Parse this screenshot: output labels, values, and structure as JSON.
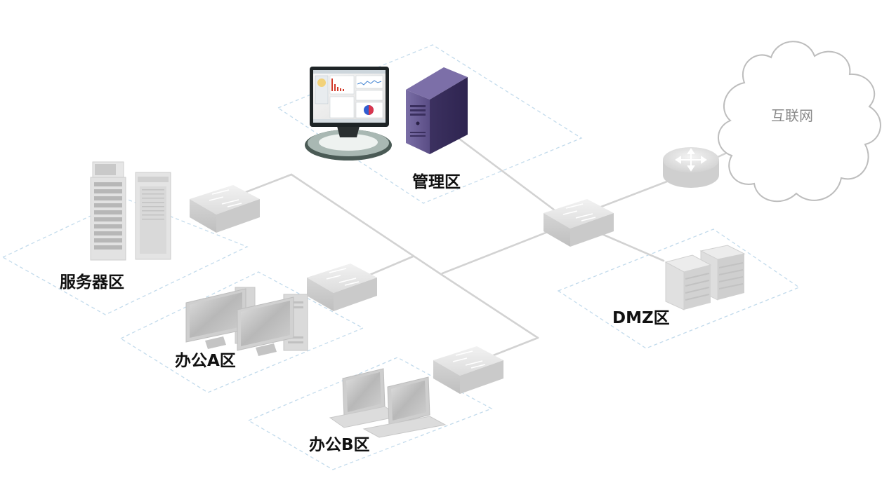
{
  "zones": {
    "management": "管理区",
    "server": "服务器区",
    "office_a": "办公A区",
    "office_b": "办公B区",
    "dmz": "DMZ区"
  },
  "internet": "互联网",
  "colors": {
    "zone_border": "#c3dbec",
    "link": "#d2d2d2",
    "device_gray": "#d8d8d8",
    "server_purple": "#5b4e86",
    "label": "#111111"
  },
  "icons": {
    "management_monitor": "monitor-dashboard-icon",
    "management_server": "tower-server-icon",
    "router": "router-icon",
    "switch": "switch-icon",
    "cloud": "cloud-icon"
  }
}
